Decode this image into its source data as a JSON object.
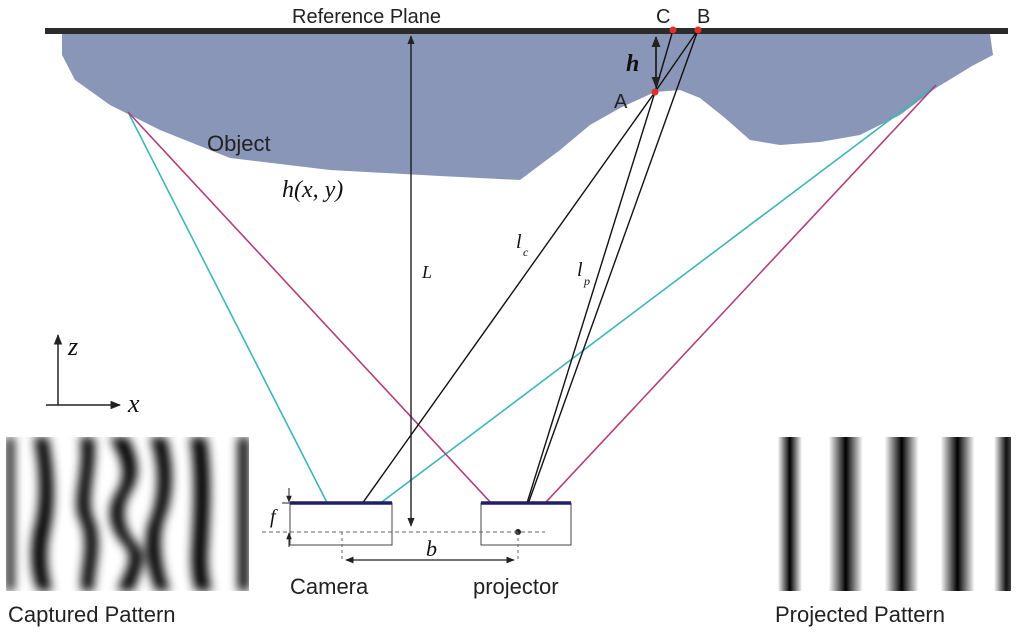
{
  "labels": {
    "reference_plane": "Reference Plane",
    "point_c": "C",
    "point_b": "B",
    "point_a": "A",
    "height_h": "h",
    "object": "Object",
    "surface_fn": "h(x, y)",
    "distance_l": "L",
    "camera_ray": "l",
    "camera_ray_sub": "c",
    "projector_ray": "l",
    "projector_ray_sub": "p",
    "axis_z": "z",
    "axis_x": "x",
    "focal_f": "f",
    "baseline_b": "b",
    "camera": "Camera",
    "projector": "projector",
    "captured_pattern": "Captured Pattern",
    "projected_pattern": "Projected Pattern"
  },
  "colors": {
    "object_fill": "#8a96b8",
    "cyan_ray": "#3fb5b5",
    "magenta_ray": "#b0407a",
    "plane": "#2b2b2b",
    "point_marker": "#e0302a",
    "sensor_bar": "#1f1f6e"
  }
}
